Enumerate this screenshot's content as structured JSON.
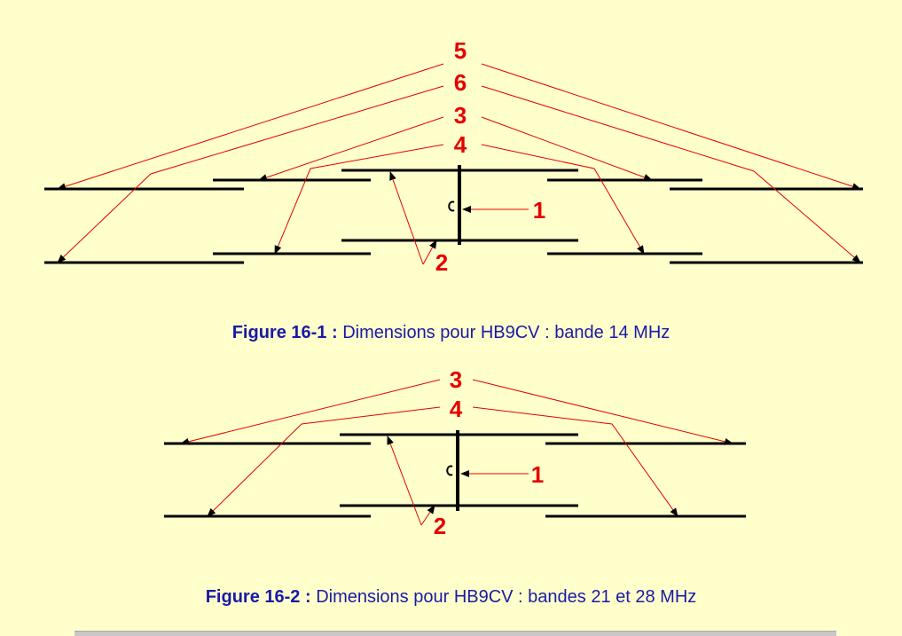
{
  "colors": {
    "background": "#ffffcc",
    "caption": "#1a1aa6",
    "element": "#000000",
    "callout": "#e60000"
  },
  "figure1": {
    "labels": [
      "5",
      "6",
      "3",
      "4",
      "1",
      "2"
    ],
    "caption_label": "Figure 16-1 :",
    "caption_text": "Dimensions pour HB9CV : bande 14 MHz"
  },
  "figure2": {
    "labels": [
      "3",
      "4",
      "1",
      "2"
    ],
    "caption_label": "Figure 16-2 :",
    "caption_text": "Dimensions pour HB9CV : bandes 21 et 28 MHz"
  }
}
